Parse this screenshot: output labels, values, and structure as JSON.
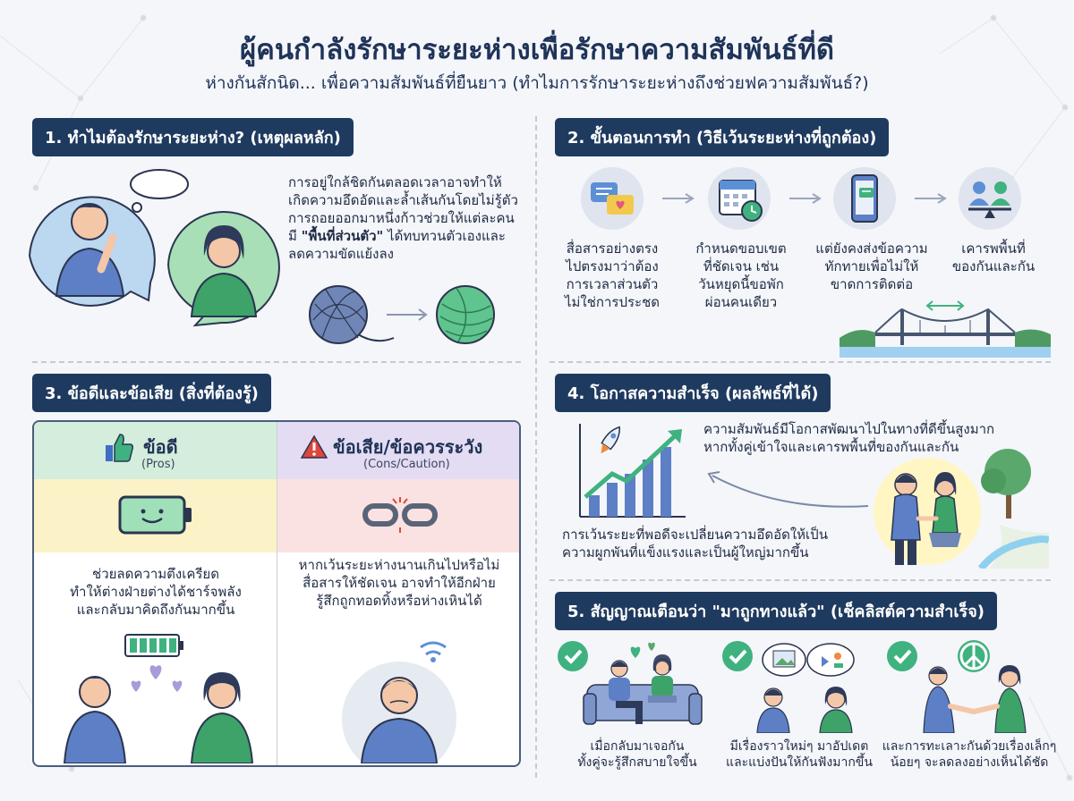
{
  "header": {
    "title": "ผู้คนกำลังรักษาระยะห่างเพื่อรักษาความสัมพันธ์ที่ดี",
    "subtitle": "ห่างกันสักนิด... เพื่อความสัมพันธ์ที่ยืนยาว (ทำไมการรักษาระยะห่างถึงช่วยฟความสัมพันธ์?)"
  },
  "section1": {
    "heading": "1. ทำไมต้องรักษาระยะห่าง? (เหตุผลหลัก)",
    "lines": [
      "การอยู่ใกล้ชิดกันตลอดเวลาอาจทำให้",
      "เกิดความอึดอัดและล้ำเส้นกันโดยไม่รู้ตัว",
      "การถอยออกมาหนึ่งก้าวช่วยให้แต่ละคน"
    ],
    "line4_prefix": "มี ",
    "line4_emph": "\"พื้นที่ส่วนตัว\"",
    "line4_suffix": " ได้ทบทวนตัวเองและ",
    "line5": "ลดความขัดแย้งลง"
  },
  "section2": {
    "heading": "2. ขั้นตอนการทำ (วิธีเว้นระยะห่างที่ถูกต้อง)",
    "steps": [
      {
        "icon": "chat-bubbles-icon",
        "lines": [
          "สื่อสารอย่างตรง",
          "ไปตรงมาว่าต้อง",
          "การเวลาส่วนตัว",
          "ไม่ใช่การประชด"
        ]
      },
      {
        "icon": "calendar-clock-icon",
        "lines": [
          "กำหนดขอบเขต",
          "ที่ชัดเจน เช่น",
          "วันหยุดนี้ขอพัก",
          "ผ่อนคนเดียว"
        ]
      },
      {
        "icon": "smartphone-message-icon",
        "lines": [
          "แต่ยังคงส่งข้อความ",
          "ทักทายเพื่อไม่ให้",
          "ขาดการติดต่อ"
        ]
      },
      {
        "icon": "balance-people-icon",
        "lines": [
          "เคารพพื้นที่",
          "ของกันและกัน"
        ]
      }
    ]
  },
  "section3": {
    "heading": "3. ข้อดีและข้อเสีย (สิ่งที่ต้องรู้)",
    "pros_title": "ข้อดี",
    "pros_sub": "(Pros)",
    "pros_lines": [
      "ช่วยลดความตึงเครียด",
      "ทำให้ต่างฝ่ายต่างได้ชาร์จพลัง",
      "และกลับมาคิดถึงกันมากขึ้น"
    ],
    "cons_title": "ข้อเสีย/ข้อควรระวัง",
    "cons_sub": "(Cons/Caution)",
    "cons_lines": [
      "หากเว้นระยะห่างนานเกินไปหรือไม่",
      "สื่อสารให้ชัดเจน อาจทำให้อีกฝ่าย",
      "รู้สึกถูกทอดทิ้งหรือห่างเหินได้"
    ]
  },
  "section4": {
    "heading": "4. โอกาสความสำเร็จ (ผลลัพธ์ที่ได้)",
    "top_lines": [
      "ความสัมพันธ์มีโอกาสพัฒนาไปในทางที่ดีขึ้นสูงมาก",
      "หากทั้งคู่เข้าใจและเคารพพื้นที่ของกันและกัน"
    ],
    "bottom_lines": [
      "การเว้นระยะที่พอดีจะเปลี่ยนความอึดอัดให้เป็น",
      "ความผูกพันที่แข็งแรงและเป็นผู้ใหญ่มากขึ้น"
    ]
  },
  "section5": {
    "heading": "5. สัญญาณเตือนว่า \"มาถูกทางแล้ว\" (เช็คลิสต์ความสำเร็จ)",
    "items": [
      {
        "lines": [
          "เมื่อกลับมาเจอกัน",
          "ทั้งคู่จะรู้สึกสบายใจขึ้น"
        ]
      },
      {
        "lines": [
          "มีเรื่องราวใหม่ๆ มาอัปเดต",
          "และแบ่งปันให้กันฟังมากขึ้น"
        ]
      },
      {
        "lines": [
          "และการทะเลาะกันด้วยเรื่องเล็กๆ",
          "น้อยๆ จะลดลงอย่างเห็นได้ชัด"
        ]
      }
    ]
  },
  "colors": {
    "navy": "#1f3a5f",
    "green": "#3fb27f",
    "pros_band": "#d4eddc",
    "cons_band": "#e4dcf2",
    "yellow_band": "#fbf3c7",
    "pink_band": "#fbe2e2"
  }
}
